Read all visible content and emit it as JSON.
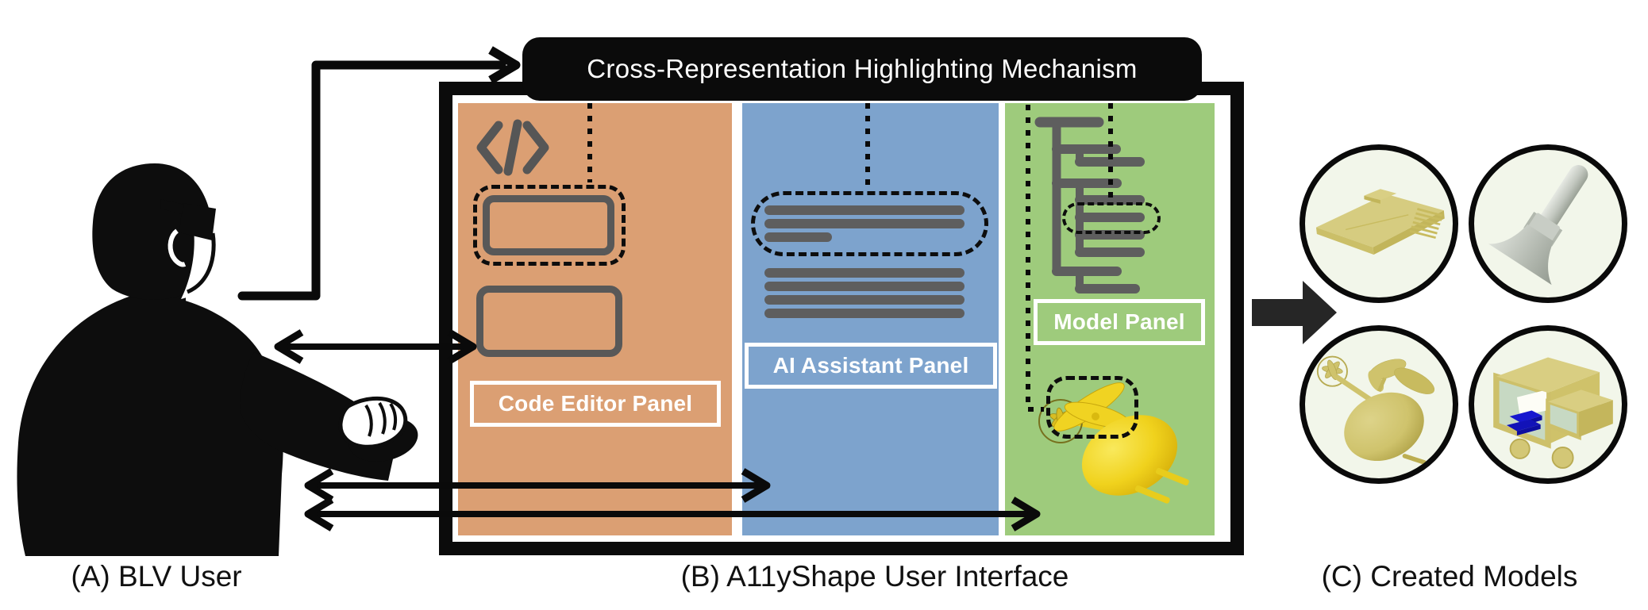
{
  "banner": {
    "label": "Cross-Representation Highlighting Mechanism",
    "bg_color": "#0b0b0b",
    "text_color": "#ffffff"
  },
  "interface": {
    "panels": [
      {
        "id": "code-editor",
        "label": "Code Editor Panel",
        "accent": "#ce835b",
        "bg": "#db9f73"
      },
      {
        "id": "ai-assistant",
        "label": "AI Assistant Panel",
        "accent": "#5a89c4",
        "bg": "#7da3cd"
      },
      {
        "id": "model",
        "label": "Model Panel",
        "accent": "#9ecb7c",
        "viewport_bg": "#fafadc"
      }
    ]
  },
  "captions": {
    "a": "(A) BLV User",
    "b": "(B) A11yShape User Interface",
    "c": "(C) Created Models"
  },
  "created_models": [
    {
      "name": "flat-plate-model",
      "color": "#d6cc80"
    },
    {
      "name": "rocket-model",
      "color": "#c0c5bd"
    },
    {
      "name": "helicopter-model",
      "color": "#cfc36c"
    },
    {
      "name": "car-model",
      "color": "#d9ce82"
    }
  ],
  "highlight_style": {
    "dash_color": "#0d0d0d",
    "content_gray": "#5e5e5e"
  }
}
